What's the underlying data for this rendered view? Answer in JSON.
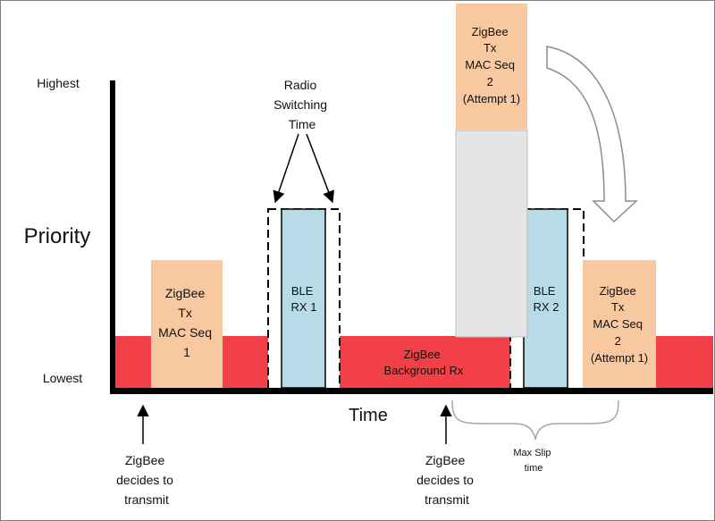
{
  "axis": {
    "y_label": "Priority",
    "y_top": "Highest",
    "y_bottom": "Lowest",
    "x_label": "Time"
  },
  "blocks": {
    "zigbee_tx_1": [
      "ZigBee",
      "Tx",
      "MAC Seq",
      "1"
    ],
    "ble_rx_1": [
      "BLE",
      "RX 1"
    ],
    "background_rx": [
      "ZigBee",
      "Background Rx"
    ],
    "zigbee_tx_2_high": [
      "ZigBee",
      "Tx",
      "MAC Seq",
      "2",
      "(Attempt 1)"
    ],
    "ble_rx_2": [
      "BLE",
      "RX 2"
    ],
    "zigbee_tx_2_low": [
      "ZigBee",
      "Tx",
      "MAC Seq",
      "2",
      "(Attempt 1)"
    ]
  },
  "annotations": {
    "radio_switching": [
      "Radio",
      "Switching",
      "Time"
    ],
    "decides_1": [
      "ZigBee",
      "decides to",
      "transmit"
    ],
    "decides_2": [
      "ZigBee",
      "decides to",
      "transmit"
    ],
    "max_slip": [
      "Max Slip",
      "time"
    ]
  },
  "colors": {
    "background_rx": "#f33f47",
    "zigbee_tx": "#f8c8a0",
    "ble_rx": "#b7dce8",
    "slip_shade": "#e5e5e5",
    "axis": "#000000"
  }
}
